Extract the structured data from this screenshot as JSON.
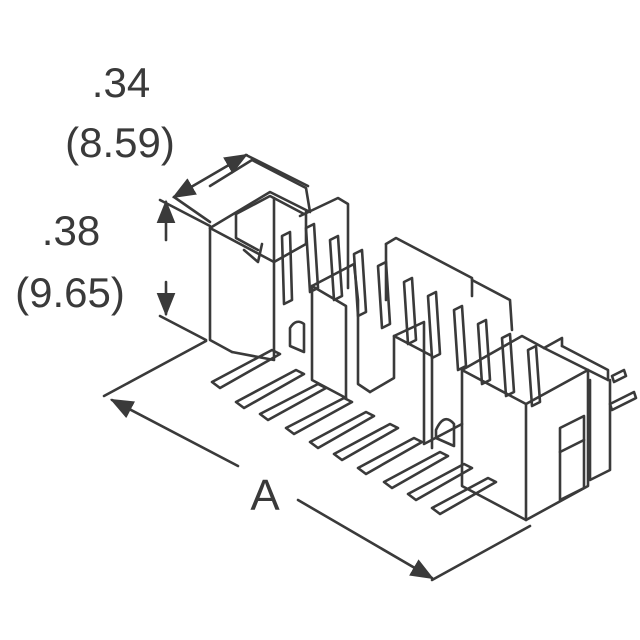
{
  "dimensions": {
    "height": {
      "inches": ".34",
      "millimeters": "(8.59)"
    },
    "depth": {
      "inches": ".38",
      "millimeters": "(9.65)"
    },
    "length": {
      "label": "A"
    }
  },
  "colors": {
    "line": "#3a3a3a",
    "background": "#ffffff",
    "text": "#3a3a3a"
  }
}
